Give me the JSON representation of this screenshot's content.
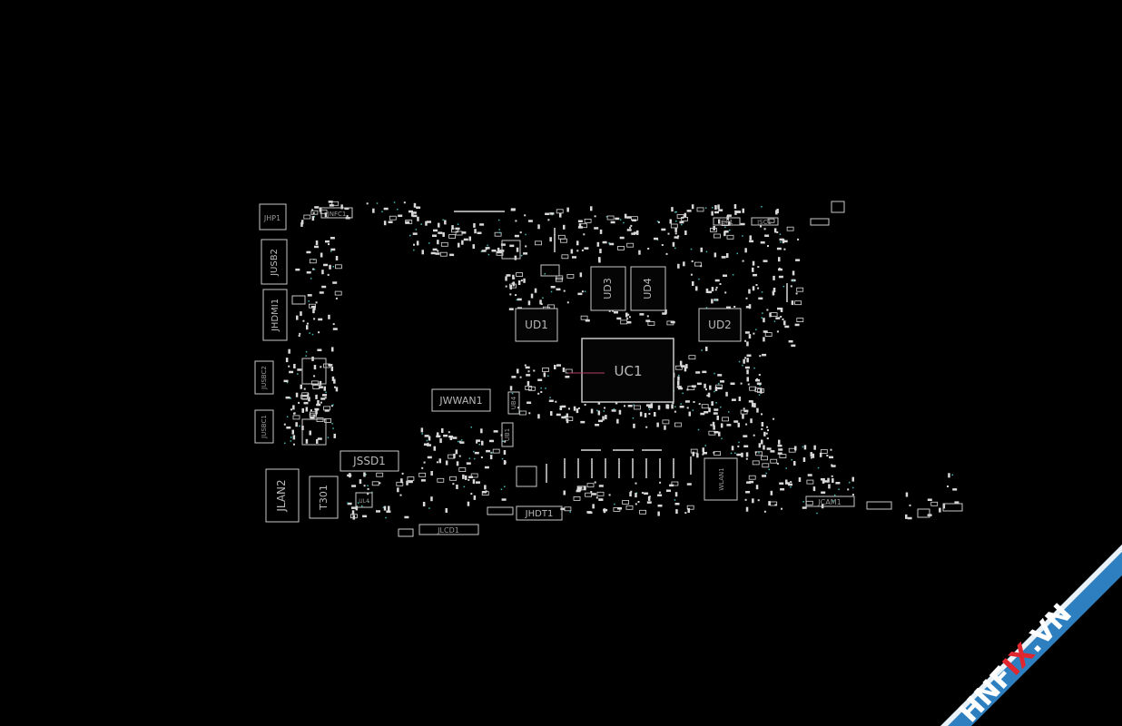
{
  "board": {
    "labels": {
      "uc1": "UC1",
      "ud1": "UD1",
      "ud2": "UD2",
      "ud3": "UD3",
      "ud4": "UD4",
      "jwwan1": "JWWAN1",
      "jssd1": "JSSD1",
      "jlan2": "JLAN2",
      "t301": "T301",
      "jhdt1": "JHDT1",
      "jlcd1": "JLCD1",
      "jcam1": "JCAM1",
      "jhp1": "JHP1",
      "jusb2": "JUSB2",
      "jhdmi1": "JHDMI1",
      "jnfc1": "JNFC1",
      "jcp1": "JCP1",
      "jsc1": "JSC1",
      "jusbc2": "JUSBC2",
      "jusbc1": "JUSBC1",
      "wlan1": "WLAN1",
      "ub1": "UB1",
      "ub4": "UB4",
      "ul4": "UL4"
    },
    "colors": {
      "background": "#000000",
      "outline": "#c8c8c8",
      "pad": "#d9d9d9",
      "via": "#3fb8b0",
      "trace": "#b04060"
    }
  },
  "watermark": {
    "text_prefix": "HNF",
    "text_accent": "IX",
    "text_suffix": ".VN",
    "band_color": "#2d7fc0",
    "text_color": "#ffffff",
    "accent_color": "#e0262e"
  }
}
